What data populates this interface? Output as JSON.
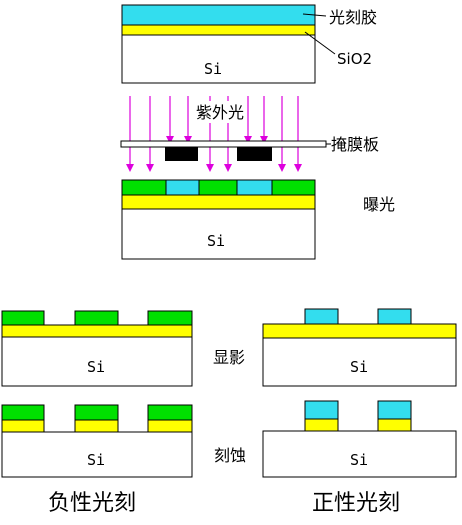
{
  "labels": {
    "photoresist": "光刻胶",
    "sio2": "SiO2",
    "uv_light": "紫外光",
    "mask": "掩膜板",
    "exposure": "曝光",
    "develop": "显影",
    "etch": "刻蚀"
  },
  "substrate_label": "Si",
  "captions": {
    "negative": "负性光刻",
    "positive": "正性光刻"
  },
  "colors": {
    "photoresist_unexposed": "#00e000",
    "photoresist_exposed": "#33ddee",
    "sio2": "#ffff00",
    "uv_arrow": "#dd00dd",
    "mask_block": "#000000",
    "substrate": "#ffffff"
  }
}
